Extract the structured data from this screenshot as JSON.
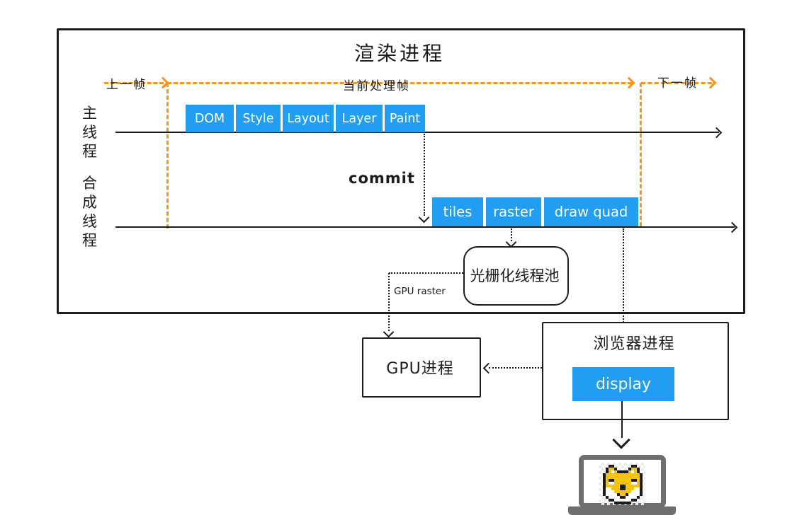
{
  "diagram": {
    "render_process": {
      "title": "渲染进程",
      "frames": {
        "previous": "上一帧",
        "current": "当前处理帧",
        "next": "下一帧"
      },
      "main_thread": {
        "label": "主线程",
        "stages": [
          "DOM",
          "Style",
          "Layout",
          "Layer",
          "Paint"
        ]
      },
      "commit_label": "commit",
      "compositor_thread": {
        "label": "合成线程",
        "stages": [
          "tiles",
          "raster",
          "draw quad"
        ]
      },
      "raster_pool_label": "光栅化线程池",
      "gpu_raster_label": "GPU raster"
    },
    "gpu_process": {
      "title": "GPU进程"
    },
    "browser_process": {
      "title": "浏览器进程",
      "display_label": "display"
    },
    "colors": {
      "accent_blue": "#219df2",
      "accent_orange": "#f7931e",
      "line_black": "#1c1c1c",
      "laptop_gray": "#6e6e6e",
      "doge_yellow": "#f6c40f"
    }
  }
}
